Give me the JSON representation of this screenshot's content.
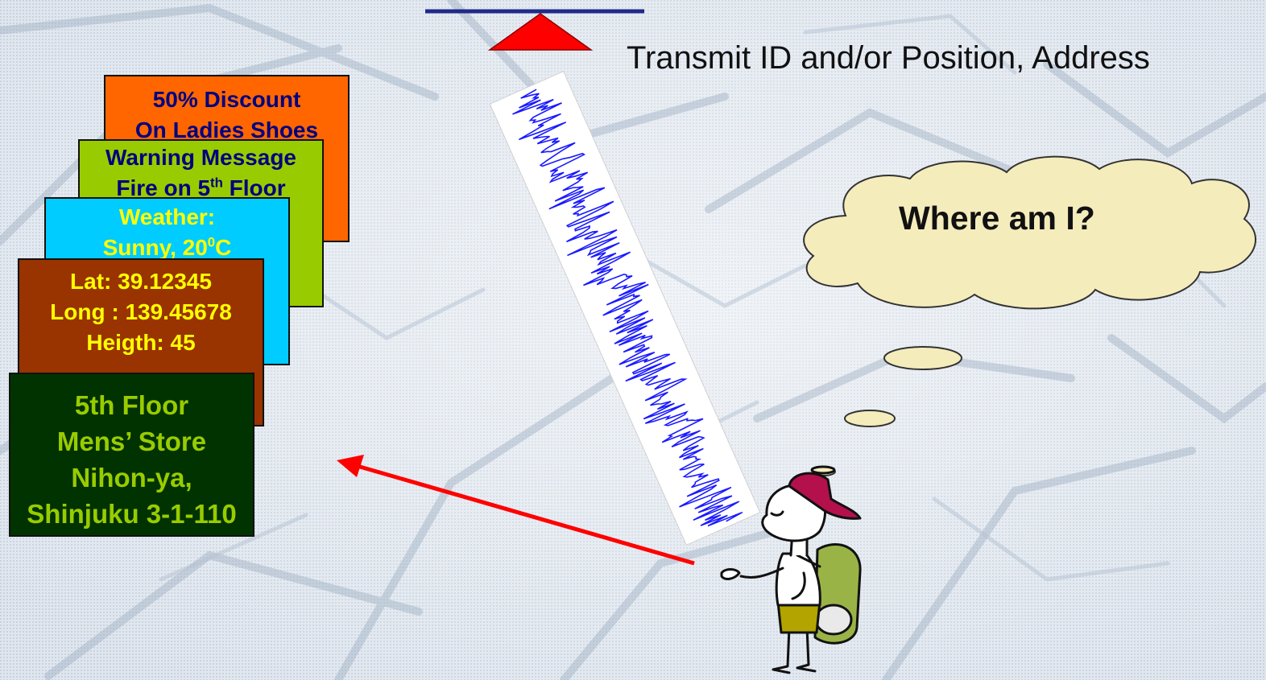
{
  "transmit_label": "Transmit ID and/or Position, Address",
  "thought": "Where am I?",
  "cards": {
    "shoes": {
      "line1": "50% Discount",
      "line2": "On Ladies Shoes"
    },
    "warning": {
      "line1": "Warning Message",
      "line2_pre": "Fire on 5",
      "line2_sup": "th",
      "line2_post": " Floor"
    },
    "weather": {
      "line1": "Weather:",
      "line2_pre": "Sunny, 20",
      "line2_sup": "0",
      "line2_post": "C"
    },
    "latlong": {
      "line1": "Lat: 39.12345",
      "line2": "Long : 139.45678",
      "line3": "Heigth: 45"
    },
    "floor": {
      "line1": "5th Floor",
      "line2": "Mens’ Store",
      "line3": "Nihon-ya,",
      "line4": "Shinjuku 3-1-110"
    }
  },
  "colors": {
    "shoes_bg": "#ff6600",
    "warning_bg": "#99cc00",
    "weather_bg": "#00ccff",
    "latlong_bg": "#993300",
    "floor_bg": "#003300",
    "cloud_fill": "#f5ecbc",
    "arrow": "#ff0000",
    "signal": "#1a1aff",
    "transmitter": "#ff0000",
    "transmitter_bar": "#1f2a8a"
  },
  "icons": [
    "transmitter-icon",
    "signal-waveform",
    "thought-cloud",
    "traveler-figure",
    "pointer-arrow"
  ]
}
